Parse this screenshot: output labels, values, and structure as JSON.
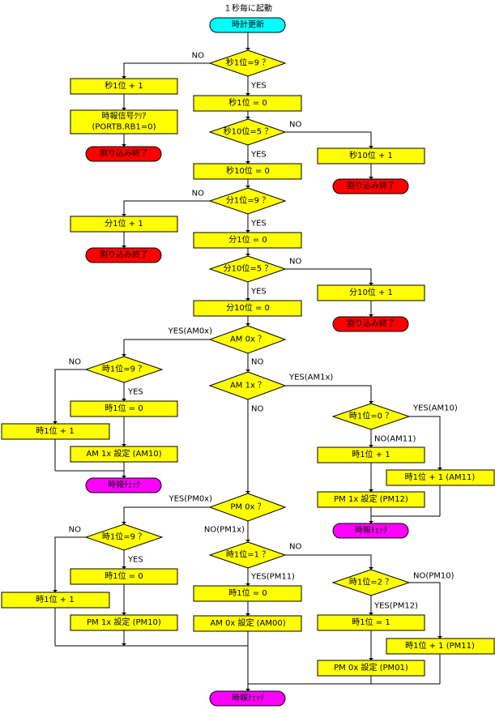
{
  "title": "１秒毎に起動",
  "start": "時計更新",
  "end_int": "割り込み終了",
  "chime": "時報ﾁｪｯｸ",
  "yes": "YES",
  "no": "NO",
  "d_sec1": "秒1位=9 ？",
  "p_sec1_inc": "秒1位 + 1",
  "p_clr1": "時報信号ｸﾘｱ",
  "p_clr2": "(PORTB.RB1=0)",
  "p_sec1_0": "秒1位 = 0",
  "d_sec10": "秒10位=5 ？",
  "p_sec10_inc": "秒10位 + 1",
  "p_sec10_0": "秒10位 = 0",
  "d_min1": "分1位=9 ？",
  "p_min1_inc": "分1位 + 1",
  "p_min1_0": "分1位 = 0",
  "d_min10": "分10位=5 ？",
  "p_min10_inc": "分10位 + 1",
  "p_min10_0": "分10位 = 0",
  "d_am0x": "AM 0x ？",
  "yes_am0x": "YES(AM0x)",
  "d_am1x": "AM 1x ？",
  "yes_am1x": "YES(AM1x)",
  "d_h1_9": "時1位=9 ？",
  "p_h1_inc": "時1位 + 1",
  "p_h1_0": "時1位 = 0",
  "p_am1x_set": "AM 1x 設定 (AM10)",
  "d_h1_0": "時1位=0 ？",
  "yes_am10": "YES(AM10)",
  "no_am11": "NO(AM11)",
  "p_h1_inc_am11": "時1位 + 1 (AM11)",
  "p_pm1x_set_pm12": "PM 1x 設定 (PM12)",
  "d_pm0x": "PM 0x ？",
  "yes_pm0x": "YES(PM0x)",
  "no_pm1x": "NO(PM1x)",
  "p_pm1x_set_pm10": "PM 1x 設定 (PM10)",
  "d_h1_1": "時1位=1 ？",
  "yes_pm11": "YES(PM11)",
  "p_am0x_set": "AM 0x 設定 (AM00)",
  "d_h1_2": "時1位=2 ？",
  "no_pm10": "NO(PM10)",
  "yes_pm12": "YES(PM12)",
  "p_h1_1": "時1位 = 1",
  "p_h1_inc_pm11": "時1位 + 1 (PM11)",
  "p_pm0x_set": "PM 0x 設定 (PM01)"
}
